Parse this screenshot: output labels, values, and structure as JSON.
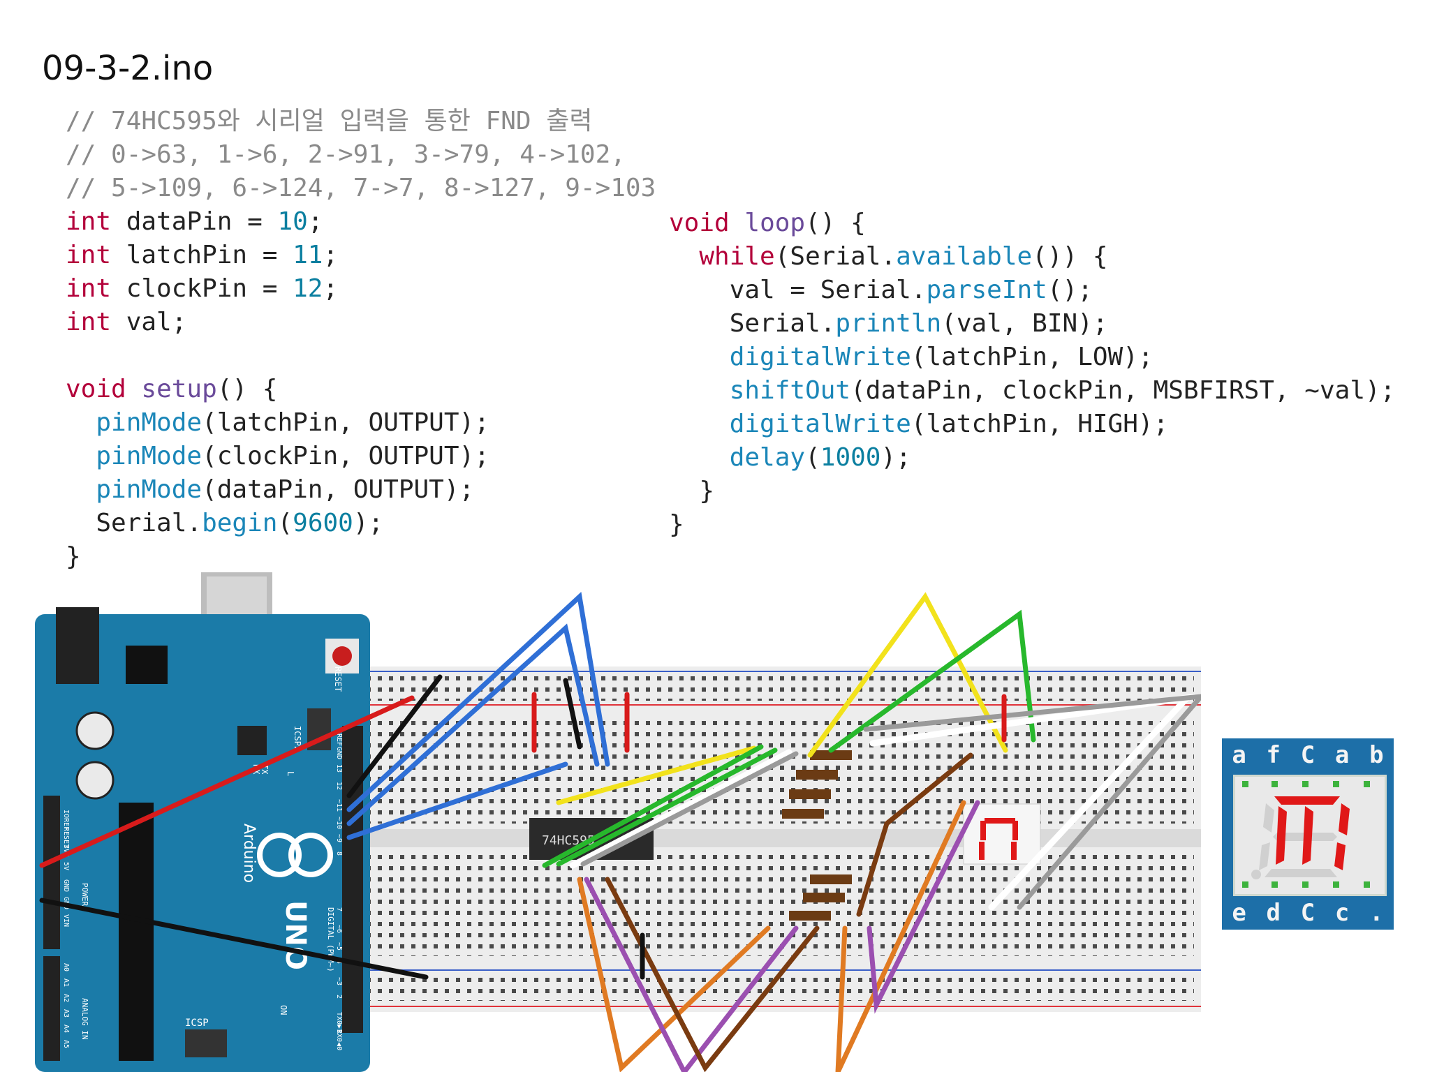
{
  "title": "09-3-2.ino",
  "code_left": [
    {
      "parts": [
        {
          "t": "// 74HC595와 시리얼 입력을 통한 FND 출력",
          "c": "cm"
        }
      ]
    },
    {
      "parts": [
        {
          "t": "// 0->63, 1->6, 2->91, 3->79, 4->102,",
          "c": "cm"
        }
      ]
    },
    {
      "parts": [
        {
          "t": "// 5->109, 6->124, 7->7, 8->127, 9->103",
          "c": "cm"
        }
      ]
    },
    {
      "parts": [
        {
          "t": "int",
          "c": "kw"
        },
        {
          "t": " dataPin = "
        },
        {
          "t": "10",
          "c": "nm"
        },
        {
          "t": ";"
        }
      ]
    },
    {
      "parts": [
        {
          "t": "int",
          "c": "kw"
        },
        {
          "t": " latchPin = "
        },
        {
          "t": "11",
          "c": "nm"
        },
        {
          "t": ";"
        }
      ]
    },
    {
      "parts": [
        {
          "t": "int",
          "c": "kw"
        },
        {
          "t": " clockPin = "
        },
        {
          "t": "12",
          "c": "nm"
        },
        {
          "t": ";"
        }
      ]
    },
    {
      "parts": [
        {
          "t": "int",
          "c": "kw"
        },
        {
          "t": " val;"
        }
      ]
    },
    {
      "parts": [
        {
          "t": ""
        }
      ]
    },
    {
      "parts": [
        {
          "t": "void",
          "c": "kw"
        },
        {
          "t": " "
        },
        {
          "t": "setup",
          "c": "vfn"
        },
        {
          "t": "() {"
        }
      ]
    },
    {
      "parts": [
        {
          "t": "  "
        },
        {
          "t": "pinMode",
          "c": "fn"
        },
        {
          "t": "(latchPin, OUTPUT);"
        }
      ]
    },
    {
      "parts": [
        {
          "t": "  "
        },
        {
          "t": "pinMode",
          "c": "fn"
        },
        {
          "t": "(clockPin, OUTPUT);"
        }
      ]
    },
    {
      "parts": [
        {
          "t": "  "
        },
        {
          "t": "pinMode",
          "c": "fn"
        },
        {
          "t": "(dataPin, OUTPUT);"
        }
      ]
    },
    {
      "parts": [
        {
          "t": "  Serial."
        },
        {
          "t": "begin",
          "c": "fn"
        },
        {
          "t": "("
        },
        {
          "t": "9600",
          "c": "nm"
        },
        {
          "t": ");"
        }
      ]
    },
    {
      "parts": [
        {
          "t": "}"
        }
      ]
    }
  ],
  "code_right": [
    {
      "parts": [
        {
          "t": "void",
          "c": "kw"
        },
        {
          "t": " "
        },
        {
          "t": "loop",
          "c": "vfn"
        },
        {
          "t": "() {"
        }
      ]
    },
    {
      "parts": [
        {
          "t": "  "
        },
        {
          "t": "while",
          "c": "kw"
        },
        {
          "t": "(Serial."
        },
        {
          "t": "available",
          "c": "fn"
        },
        {
          "t": "()) {"
        }
      ]
    },
    {
      "parts": [
        {
          "t": "    val = Serial."
        },
        {
          "t": "parseInt",
          "c": "fn"
        },
        {
          "t": "();"
        }
      ]
    },
    {
      "parts": [
        {
          "t": "    Serial."
        },
        {
          "t": "println",
          "c": "fn"
        },
        {
          "t": "(val, BIN);"
        }
      ]
    },
    {
      "parts": [
        {
          "t": "    "
        },
        {
          "t": "digitalWrite",
          "c": "fn"
        },
        {
          "t": "(latchPin, LOW);"
        }
      ]
    },
    {
      "parts": [
        {
          "t": "    "
        },
        {
          "t": "shiftOut",
          "c": "fn"
        },
        {
          "t": "(dataPin, clockPin, MSBFIRST, ~val);"
        }
      ]
    },
    {
      "parts": [
        {
          "t": "    "
        },
        {
          "t": "digitalWrite",
          "c": "fn"
        },
        {
          "t": "(latchPin, HIGH);"
        }
      ]
    },
    {
      "parts": [
        {
          "t": "    "
        },
        {
          "t": "delay",
          "c": "fn"
        },
        {
          "t": "("
        },
        {
          "t": "1000",
          "c": "nm"
        },
        {
          "t": ");"
        }
      ]
    },
    {
      "parts": [
        {
          "t": "  }"
        }
      ]
    },
    {
      "parts": [
        {
          "t": "}"
        }
      ]
    }
  ],
  "board": {
    "reset_label": "RESET",
    "icsp2_label": "ICSP2",
    "icsp_label": "ICSP",
    "brand": "Arduino",
    "model": "UNO",
    "on_label": "ON",
    "tx_label": "TX",
    "rx_label": "RX",
    "l_label": "L",
    "digital_label": "DIGITAL (PWM~)",
    "power_label": "POWER",
    "analog_label": "ANALOG IN",
    "pins_top": [
      "AREF",
      "GND",
      "13",
      "12",
      "~11",
      "~10",
      "~9",
      "8"
    ],
    "pins_mid": [
      "7",
      "~6",
      "~5",
      "4",
      "~3",
      "2",
      "TX0▶1",
      "RX0◀0"
    ],
    "pins_power": [
      "IOREF",
      "RESET",
      "3V3",
      "5V",
      "GND",
      "GND",
      "VIN"
    ],
    "pins_analog": [
      "A0",
      "A1",
      "A2",
      "A3",
      "A4",
      "A5"
    ]
  },
  "chip_label": "74HC595",
  "fnd_top_labels": [
    "a",
    "f",
    "C",
    "a",
    "b"
  ],
  "fnd_bottom_labels": [
    "e",
    "d",
    "C",
    "c",
    "."
  ],
  "colors": {
    "board": "#1b7ba8",
    "breadboard": "#ececec",
    "rail_red": "#e0333a",
    "rail_blue": "#3a5fc8",
    "segment_on": "#e01818",
    "segment_off": "#d0d0d0",
    "fnd_panel": "#1d6fa8"
  },
  "wire_colors": [
    "#d81b1b",
    "#111111",
    "#2f6fd6",
    "#f2e21c",
    "#27b82c",
    "#ffffff",
    "#9a9a9a",
    "#e07a22",
    "#9b4fb0",
    "#7a3b10"
  ]
}
